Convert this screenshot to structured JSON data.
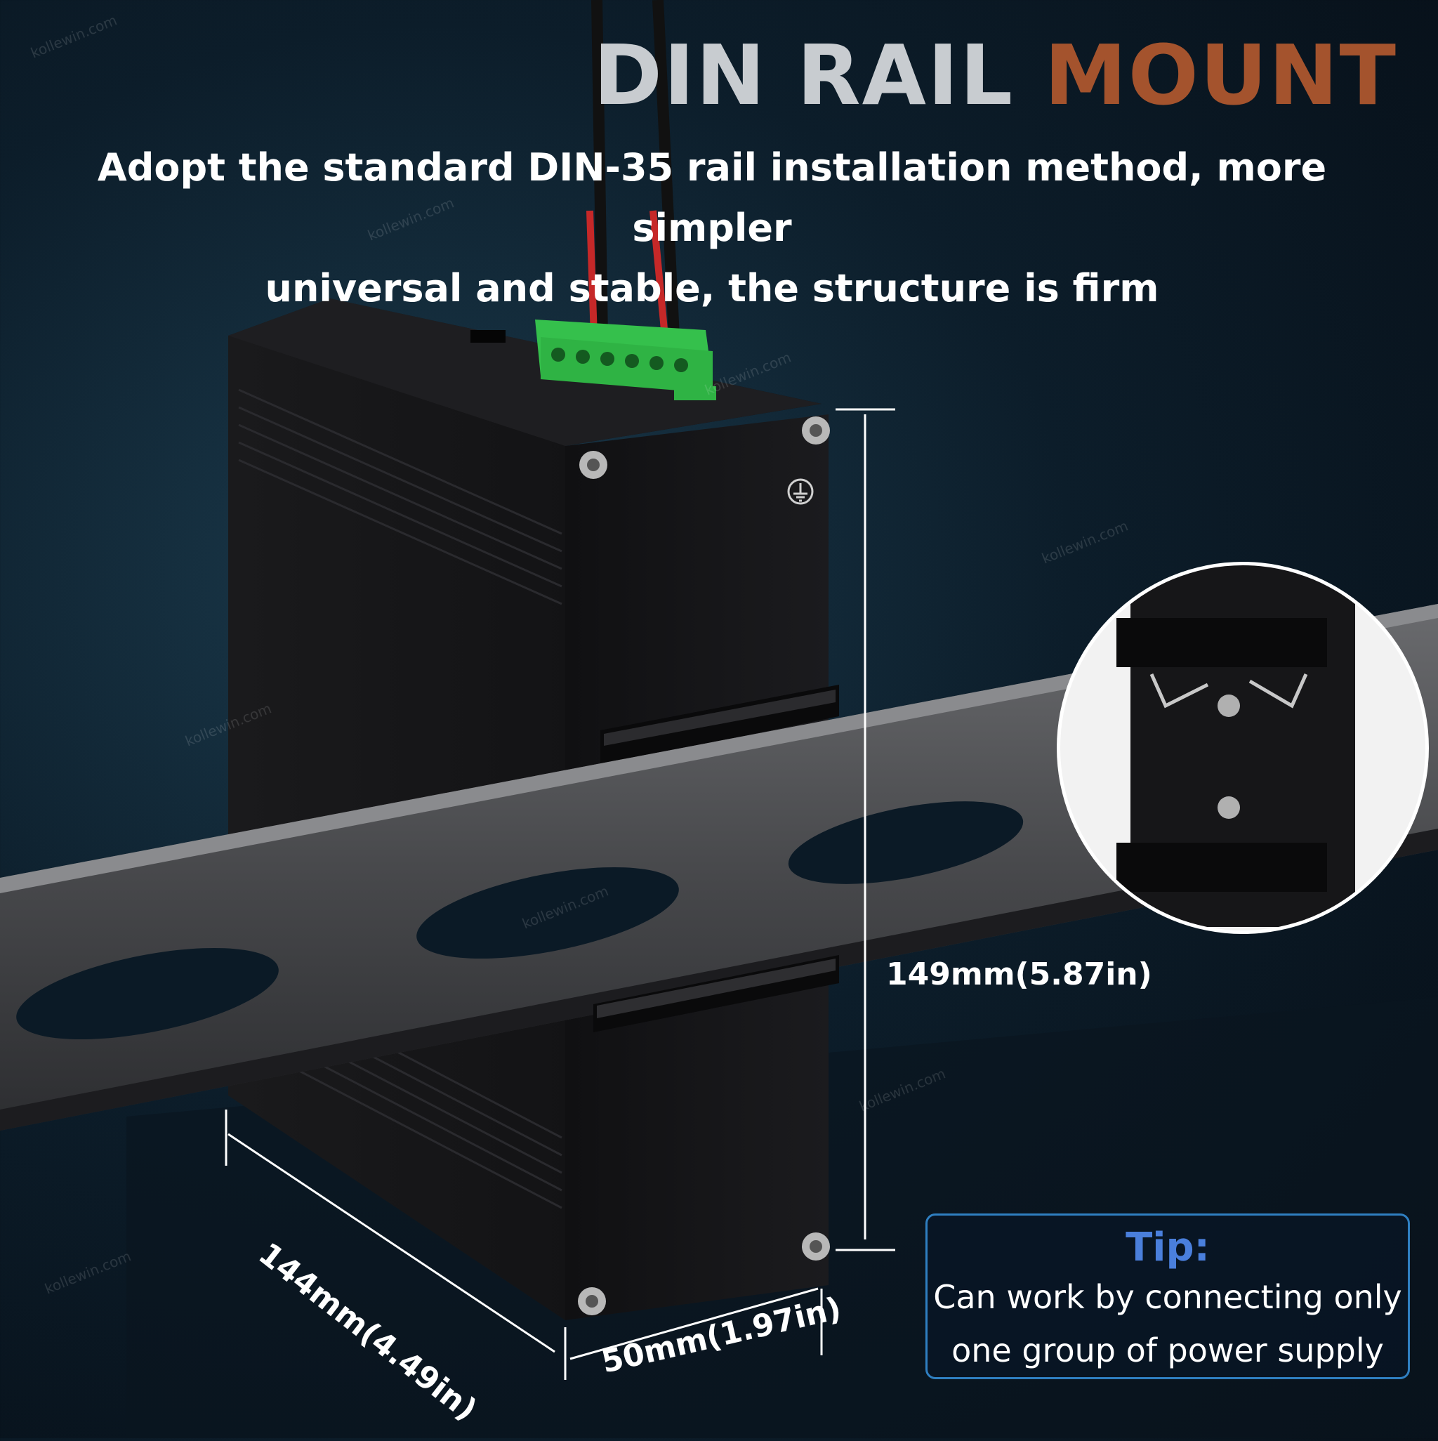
{
  "title": {
    "word1": "DIN RAIL ",
    "word2": "MOUNT"
  },
  "subtitle": {
    "line1": "Adopt the standard DIN-35 rail installation method, more simpler",
    "line2": "universal and stable, the structure is firm"
  },
  "dimensions": {
    "height": "149mm(5.87in)",
    "depth": "144mm(4.49in)",
    "width": "50mm(1.97in)"
  },
  "tip": {
    "title": "Tip:",
    "line1": "Can work by connecting only",
    "line2": "one group of power supply"
  },
  "watermark": "kollewin.com",
  "colors": {
    "title_gray": "#c8ccd0",
    "title_accent": "#a4532d",
    "tip_border": "#2f7fc1",
    "tip_title": "#4a7fdc",
    "terminal_green": "#2fb344"
  },
  "icons": [
    "ground-symbol-icon",
    "screw-icon"
  ]
}
